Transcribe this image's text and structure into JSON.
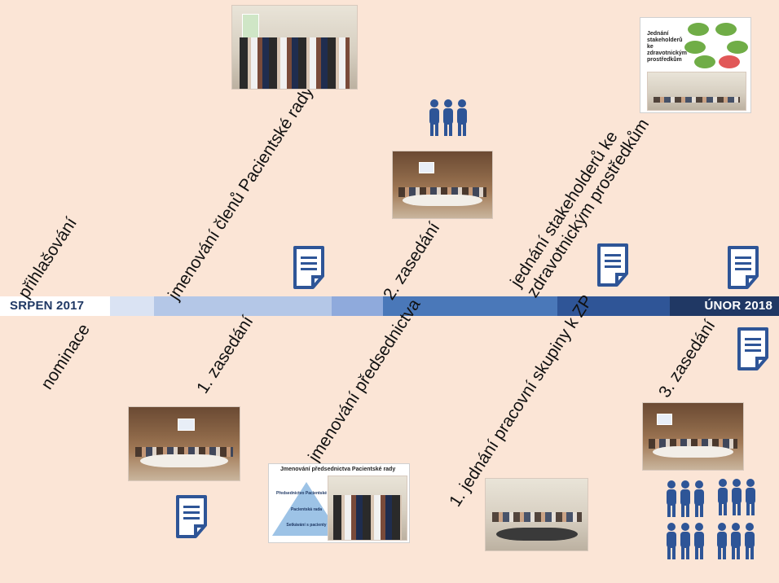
{
  "timeline": {
    "start_label": "SRPEN 2017",
    "end_label": "ÚNOR 2018"
  },
  "events_above": [
    {
      "label": "přihlašování"
    },
    {
      "label": "jmenování členů Pacientské rady"
    },
    {
      "label": "2. zasedání"
    },
    {
      "label_lines": [
        "jednání stakeholderů ke",
        "zdravotnickým prostředkům"
      ]
    }
  ],
  "events_below": [
    {
      "label": "nominace"
    },
    {
      "label": "1. zasedání"
    },
    {
      "label": "jmenování předsednictva"
    },
    {
      "label": "1. jednání pracovní skupiny k ZP"
    },
    {
      "label": "3. zasedání"
    }
  ],
  "slides": {
    "stakeholders_title": "Jednání stakeholderů ke zdravotnickým prostředkům",
    "presidium_title": "Jmenování předsednictva Pacientské rady",
    "pyramid_top": "Předsednictvo Pacientské rady",
    "pyramid_mid": "Pacientská rada",
    "pyramid_base": "Setkávání s pacienty"
  },
  "icons": [
    "document-icon",
    "document-icon",
    "document-icon",
    "document-icon",
    "document-icon",
    "people-group-icon",
    "people-group-icon",
    "people-group-icon",
    "people-group-icon",
    "people-group-icon"
  ],
  "colors": {
    "background": "#fbe5d6",
    "icon_blue": "#2e5597",
    "bar_dark": "#203864"
  }
}
